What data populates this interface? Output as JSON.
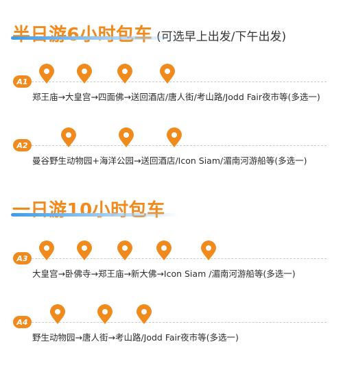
{
  "section1": {
    "title": "半日游6小时包车",
    "subtitle": "(可选早上出发/下午出发)"
  },
  "section2": {
    "title": "一日游10小时包车"
  },
  "routes": [
    {
      "badge": "A1",
      "text": "郑王庙→大皇宫→四面佛→送回酒店/唐人街/考山路/Jodd Fair夜市等(多选一)"
    },
    {
      "badge": "A2",
      "text": "曼谷野生动物园+海洋公园→送回酒店/Icon Siam/湄南河游船等(多选一)"
    },
    {
      "badge": "A3",
      "text": "大皇宫→卧佛寺→郑王庙→新大佛→Icon Siam /湄南河游船等(多选一)"
    },
    {
      "badge": "A4",
      "text": "野生动物园→唐人街→考山路/Jodd Fair夜市等(多选一)"
    }
  ],
  "icons": {
    "pin": "location-pin-icon"
  },
  "colors": {
    "accent": "#F08A1C",
    "underline": "#3D9BEA",
    "text": "#333333"
  }
}
